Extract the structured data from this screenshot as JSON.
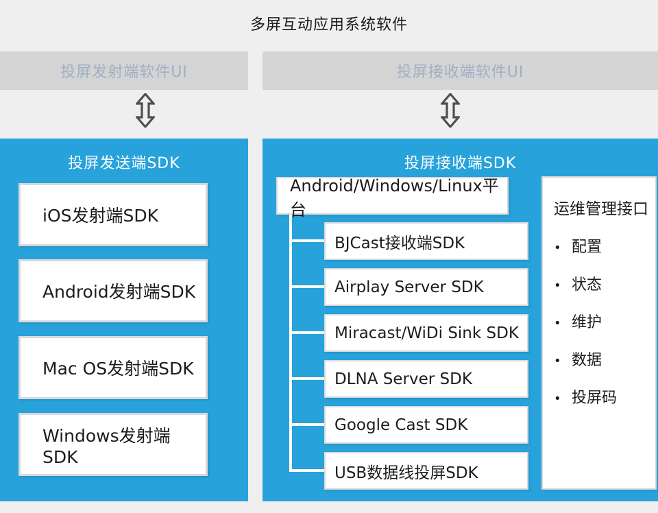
{
  "title": "多屏互动应用系统软件",
  "colors": {
    "background": "#f0efef",
    "bar_gray": "#d4d4d4",
    "bar_text": "#9fafc4",
    "accent_blue": "#27a2da",
    "node_border": "#d9d9d9",
    "arrow_gray": "#4f4f4f"
  },
  "ui_bars": {
    "sender": "投屏发射端软件UI",
    "receiver": "投屏接收端软件UI"
  },
  "icons": {
    "left_arrow": "double-vertical-arrow",
    "right_arrow": "double-vertical-arrow",
    "bullet": "•"
  },
  "sender_sdk": {
    "title": "投屏发送端SDK",
    "boxes": [
      "iOS发射端SDK",
      "Android发射端SDK",
      "Mac OS发射端SDK",
      "Windows发射端SDK"
    ]
  },
  "receiver_sdk": {
    "title": "投屏接收端SDK",
    "platform": "Android/Windows/Linux平台",
    "children": [
      "BJCast接收端SDK",
      "Airplay Server SDK",
      "Miracast/WiDi Sink SDK",
      "DLNA Server SDK",
      "Google Cast SDK",
      "USB数据线投屏SDK"
    ]
  },
  "ops_panel": {
    "title": "运维管理接口",
    "items": [
      "配置",
      "状态",
      "维护",
      "数据",
      "投屏码"
    ]
  }
}
